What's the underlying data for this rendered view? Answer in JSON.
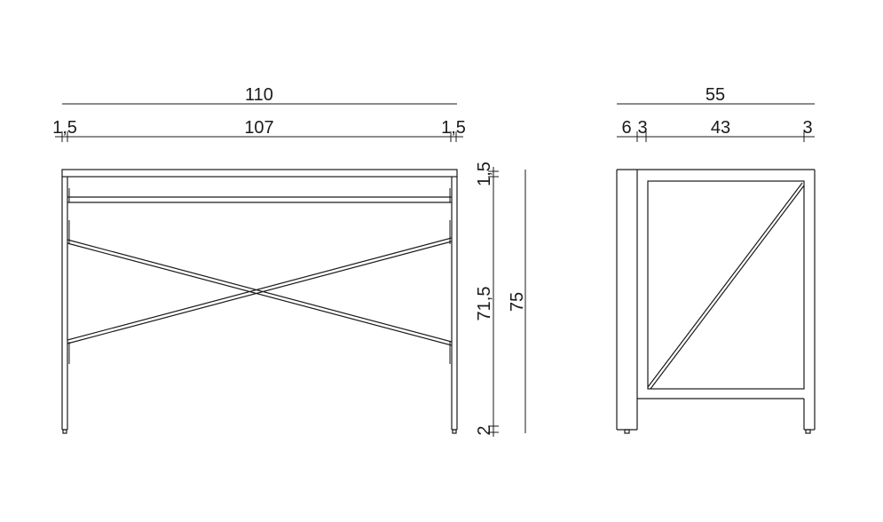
{
  "front_view": {
    "dims": {
      "overall_width": "110",
      "inner_width": "107",
      "left_post": "1,5",
      "right_post": "1,5",
      "top_thickness": "1,5",
      "body_height": "71,5",
      "foot_height": "2",
      "total_height": "75"
    }
  },
  "side_view": {
    "dims": {
      "overall_depth": "55",
      "front_offset": "6",
      "left_post": "3",
      "inner_depth": "43",
      "right_post": "3"
    }
  }
}
